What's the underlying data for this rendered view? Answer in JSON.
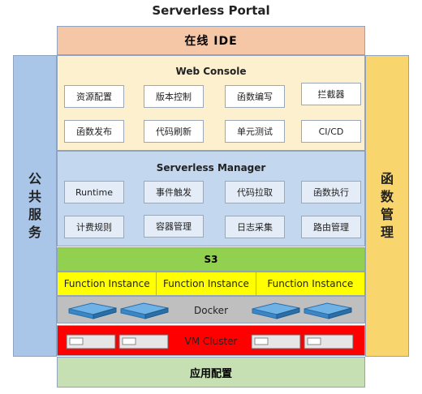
{
  "title": "Serverless Portal",
  "ide": "在线 IDE",
  "left_panel": [
    "公",
    "共",
    "服",
    "务"
  ],
  "right_panel": [
    "函",
    "数",
    "管",
    "理"
  ],
  "web_console": {
    "title": "Web Console",
    "row1": [
      "资源配置",
      "版本控制",
      "函数编写",
      "拦截器"
    ],
    "row2": [
      "函数发布",
      "代码刷新",
      "单元测试",
      "CI/CD"
    ]
  },
  "manager": {
    "title": "Serverless Manager",
    "row1": [
      "Runtime",
      "事件触发",
      "代码拉取",
      "函数执行"
    ],
    "row2": [
      "计费规则",
      "容器管理",
      "日志采集",
      "路由管理"
    ]
  },
  "s3": "S3",
  "function_instances": [
    "Function Instance",
    "Function Instance",
    "Function Instance"
  ],
  "docker": "Docker",
  "vm_cluster": "VM Cluster",
  "app_config": "应用配置",
  "colors": {
    "ide": "#f6c7a6",
    "web_console": "#fdf0cf",
    "manager": "#c3d8ee",
    "s3": "#92d050",
    "function_instance": "#ffff00",
    "docker": "#bfbfbf",
    "vm": "#ff0000",
    "app_config": "#c6e0b4",
    "left": "#a9c6e8",
    "right": "#f9d56e"
  }
}
